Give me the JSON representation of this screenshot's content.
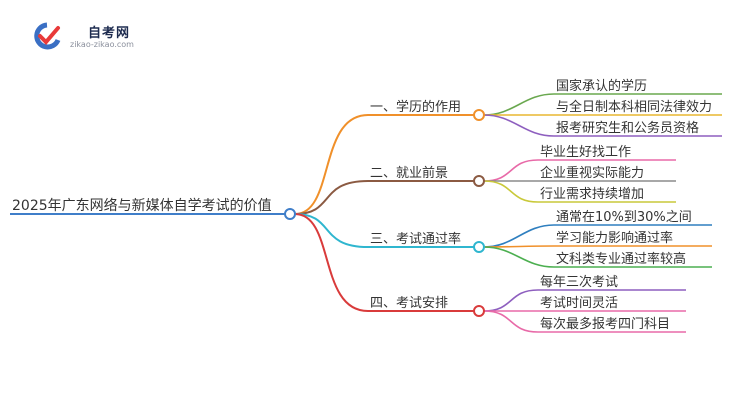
{
  "logo": {
    "title": "自考网",
    "subtitle": "zikao-zikao.com"
  },
  "root": {
    "label": "2025年广东网络与新媒体自学考试的价值",
    "color": "#3f7ec9"
  },
  "branches": [
    {
      "label": "一、学历的作用",
      "color": "#f0902a",
      "children": [
        {
          "label": "国家承认的学历",
          "color": "#6aa84f"
        },
        {
          "label": "与全日制本科相同法律效力",
          "color": "#e8b730"
        },
        {
          "label": "报考研究生和公务员资格",
          "color": "#8e5fbf"
        }
      ]
    },
    {
      "label": "二、就业前景",
      "color": "#8b5a42",
      "children": [
        {
          "label": "毕业生好找工作",
          "color": "#e86aa8"
        },
        {
          "label": "企业重视实际能力",
          "color": "#8c8c8c"
        },
        {
          "label": "行业需求持续增加",
          "color": "#c9c93a"
        }
      ]
    },
    {
      "label": "三、考试通过率",
      "color": "#2fb6cf",
      "children": [
        {
          "label": "通常在10%到30%之间",
          "color": "#2f7fbf"
        },
        {
          "label": "学习能力影响通过率",
          "color": "#f0902a"
        },
        {
          "label": "文科类专业通过率较高",
          "color": "#4caf50"
        }
      ]
    },
    {
      "label": "四、考试安排",
      "color": "#d93b3b",
      "children": [
        {
          "label": "每年三次考试",
          "color": "#8e5fbf"
        },
        {
          "label": "考试时间灵活",
          "color": "#e86aa8"
        },
        {
          "label": "每次最多报考四门科目",
          "color": "#e86aa8"
        }
      ]
    }
  ]
}
